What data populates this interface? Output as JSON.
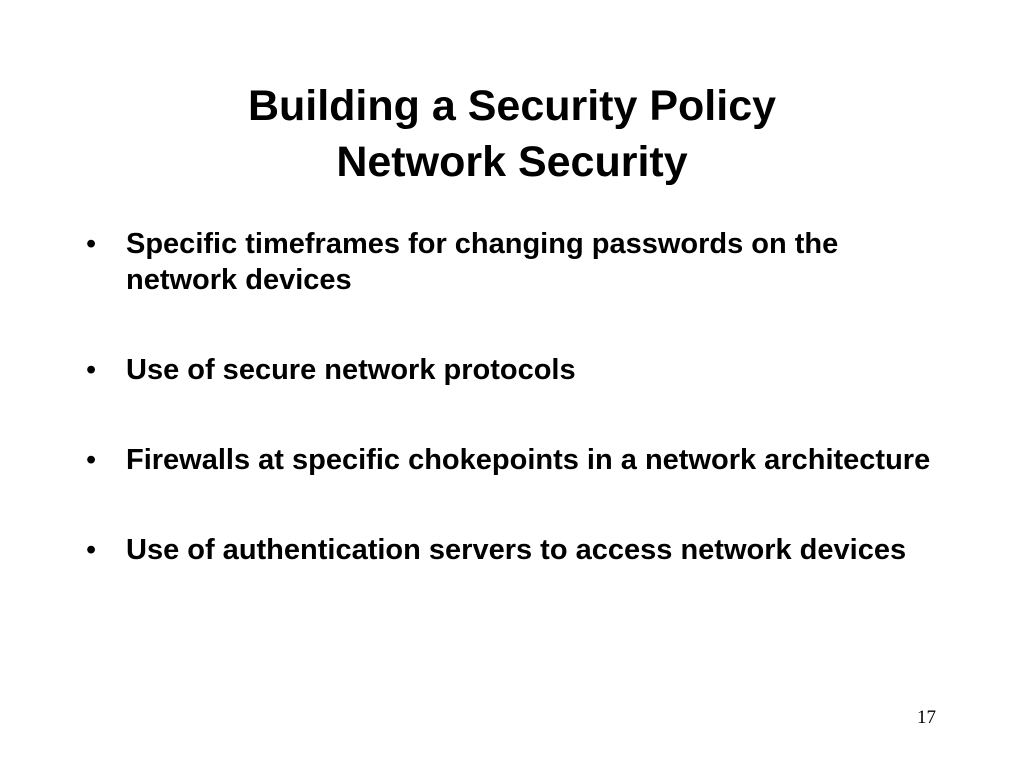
{
  "slide": {
    "title_line_1": "Building a Security Policy",
    "title_line_2": "Network Security",
    "bullets": [
      "Specific timeframes for changing passwords on the network devices",
      "Use of secure network protocols",
      "Firewalls at specific chokepoints in a network architecture",
      "Use of authentication servers to access network devices"
    ],
    "bullet_symbol": "•",
    "page_number": "17"
  }
}
